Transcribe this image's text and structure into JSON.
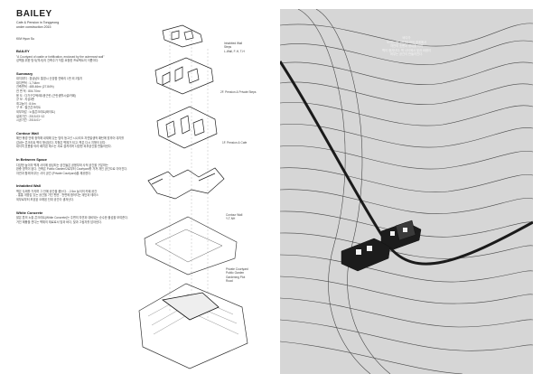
{
  "doc": {
    "title": "BAILEY",
    "subtitle": "Cafe & Pension in Tongyeong",
    "status": "under construction 2015",
    "author": "KIM Hyun Su"
  },
  "sections": {
    "bailey": {
      "head": "BAILEY",
      "line1": "\"A Courtyard of castle or fortification, enclosed by the outermost wall\"",
      "line2": "성벽을 위한 방식(역사)의 건축주가 직접 요청한 프로젝트의 이름이다."
    },
    "summary": {
      "head": "Summary",
      "rows": [
        "대지위치 : 경상남도 통영시 산양읍 연화리 1번 외 2필지",
        "대지면적 : 1,744m²",
        "건축면적 : 485.46m² (27.84%)",
        "연 면 적 : 804.70m²",
        "용 도 : 다가구주택/제1종근린 (근린생활시설/카페)",
        "규 모 : 지상3층",
        "최고높이 : 8.6m",
        "구 조 : 철근콘크리트",
        "외부마감 : 노출콘크리트(화이트)",
        "설계기간 : 2015.03~12",
        "시공기간 : 2016.01~"
      ]
    },
    "contour": {
      "head": "Contour Wall",
      "lines": [
        "해안 풍경 안에 정착해 내재해 있는 땅의 등고선 시나리오 자연발생적 패턴에 맞추어 대지를",
        "감싸는 콘크리트 벽이 형성된다. 지형은 벽체가 되고, 벽은 다시 지형이 된다.",
        "대지의 흐름을 따라 배치된 매스는 서로 겹쳐지며 다양한 외부공간을 만들어낸다."
      ]
    },
    "between": {
      "head": "In Between Space",
      "lines": [
        "다양한 높이의 벽체 사이에 생성되는 공간들은 공용부와 사적 공간을 구분하는",
        "완충 영역이 된다. 건축은 Public Garden으로부터 Courtyard를 거쳐 개인 공간으로 이어진다.",
        "자연과 함께 머무는 사이 공간 (Private Courtyard)을 제공한다."
      ]
    },
    "inhabited": {
      "head": "Inhabited Wall",
      "lines": [
        "벽은 두께를 가지며 그 안에 공간을 품는다. - 2.5m 높이의 카페 공간",
        "- 통통 개방감 있는 공간을 가진 펜션 - 전면에 합쳐지는 계단과 테라스",
        "외부로부터 보호된 오래된 단위 공간이 생겨난다."
      ]
    },
    "white": {
      "head": "White Concrete",
      "lines": [
        "밝은 톤의 노출 콘크리트(White Concrete)는 주변의 자연과 대비되는 순수한 물성을 보여준다.",
        "거친 해풍을 견디는 벽체의 재료로서 땅과 바다, 빛과 그림자를 담아낸다."
      ]
    }
  },
  "axo_labels": {
    "inhabited": [
      "Inhabited Wall",
      "Steps",
      "L-Wall, F-H, T-H"
    ],
    "pension_private": "2F. Pension & Private Steps",
    "pension_cafe": "1F. Pension & Cafe",
    "contour": [
      "Contour Wall",
      "Y-T-NH"
    ],
    "site": [
      "Private Courtyard",
      "Public Garden",
      "Gardening Plot",
      "Road"
    ]
  },
  "photo_text": [
    "바다가",
    "보이는 땅, 바다와 땅의 경계에서",
    "자연의 흐름과 형태를 따라",
    "벽이 생겨난다. 벽 사이에서 빛과 바람이",
    "머무는 공간이 만들어진다."
  ]
}
